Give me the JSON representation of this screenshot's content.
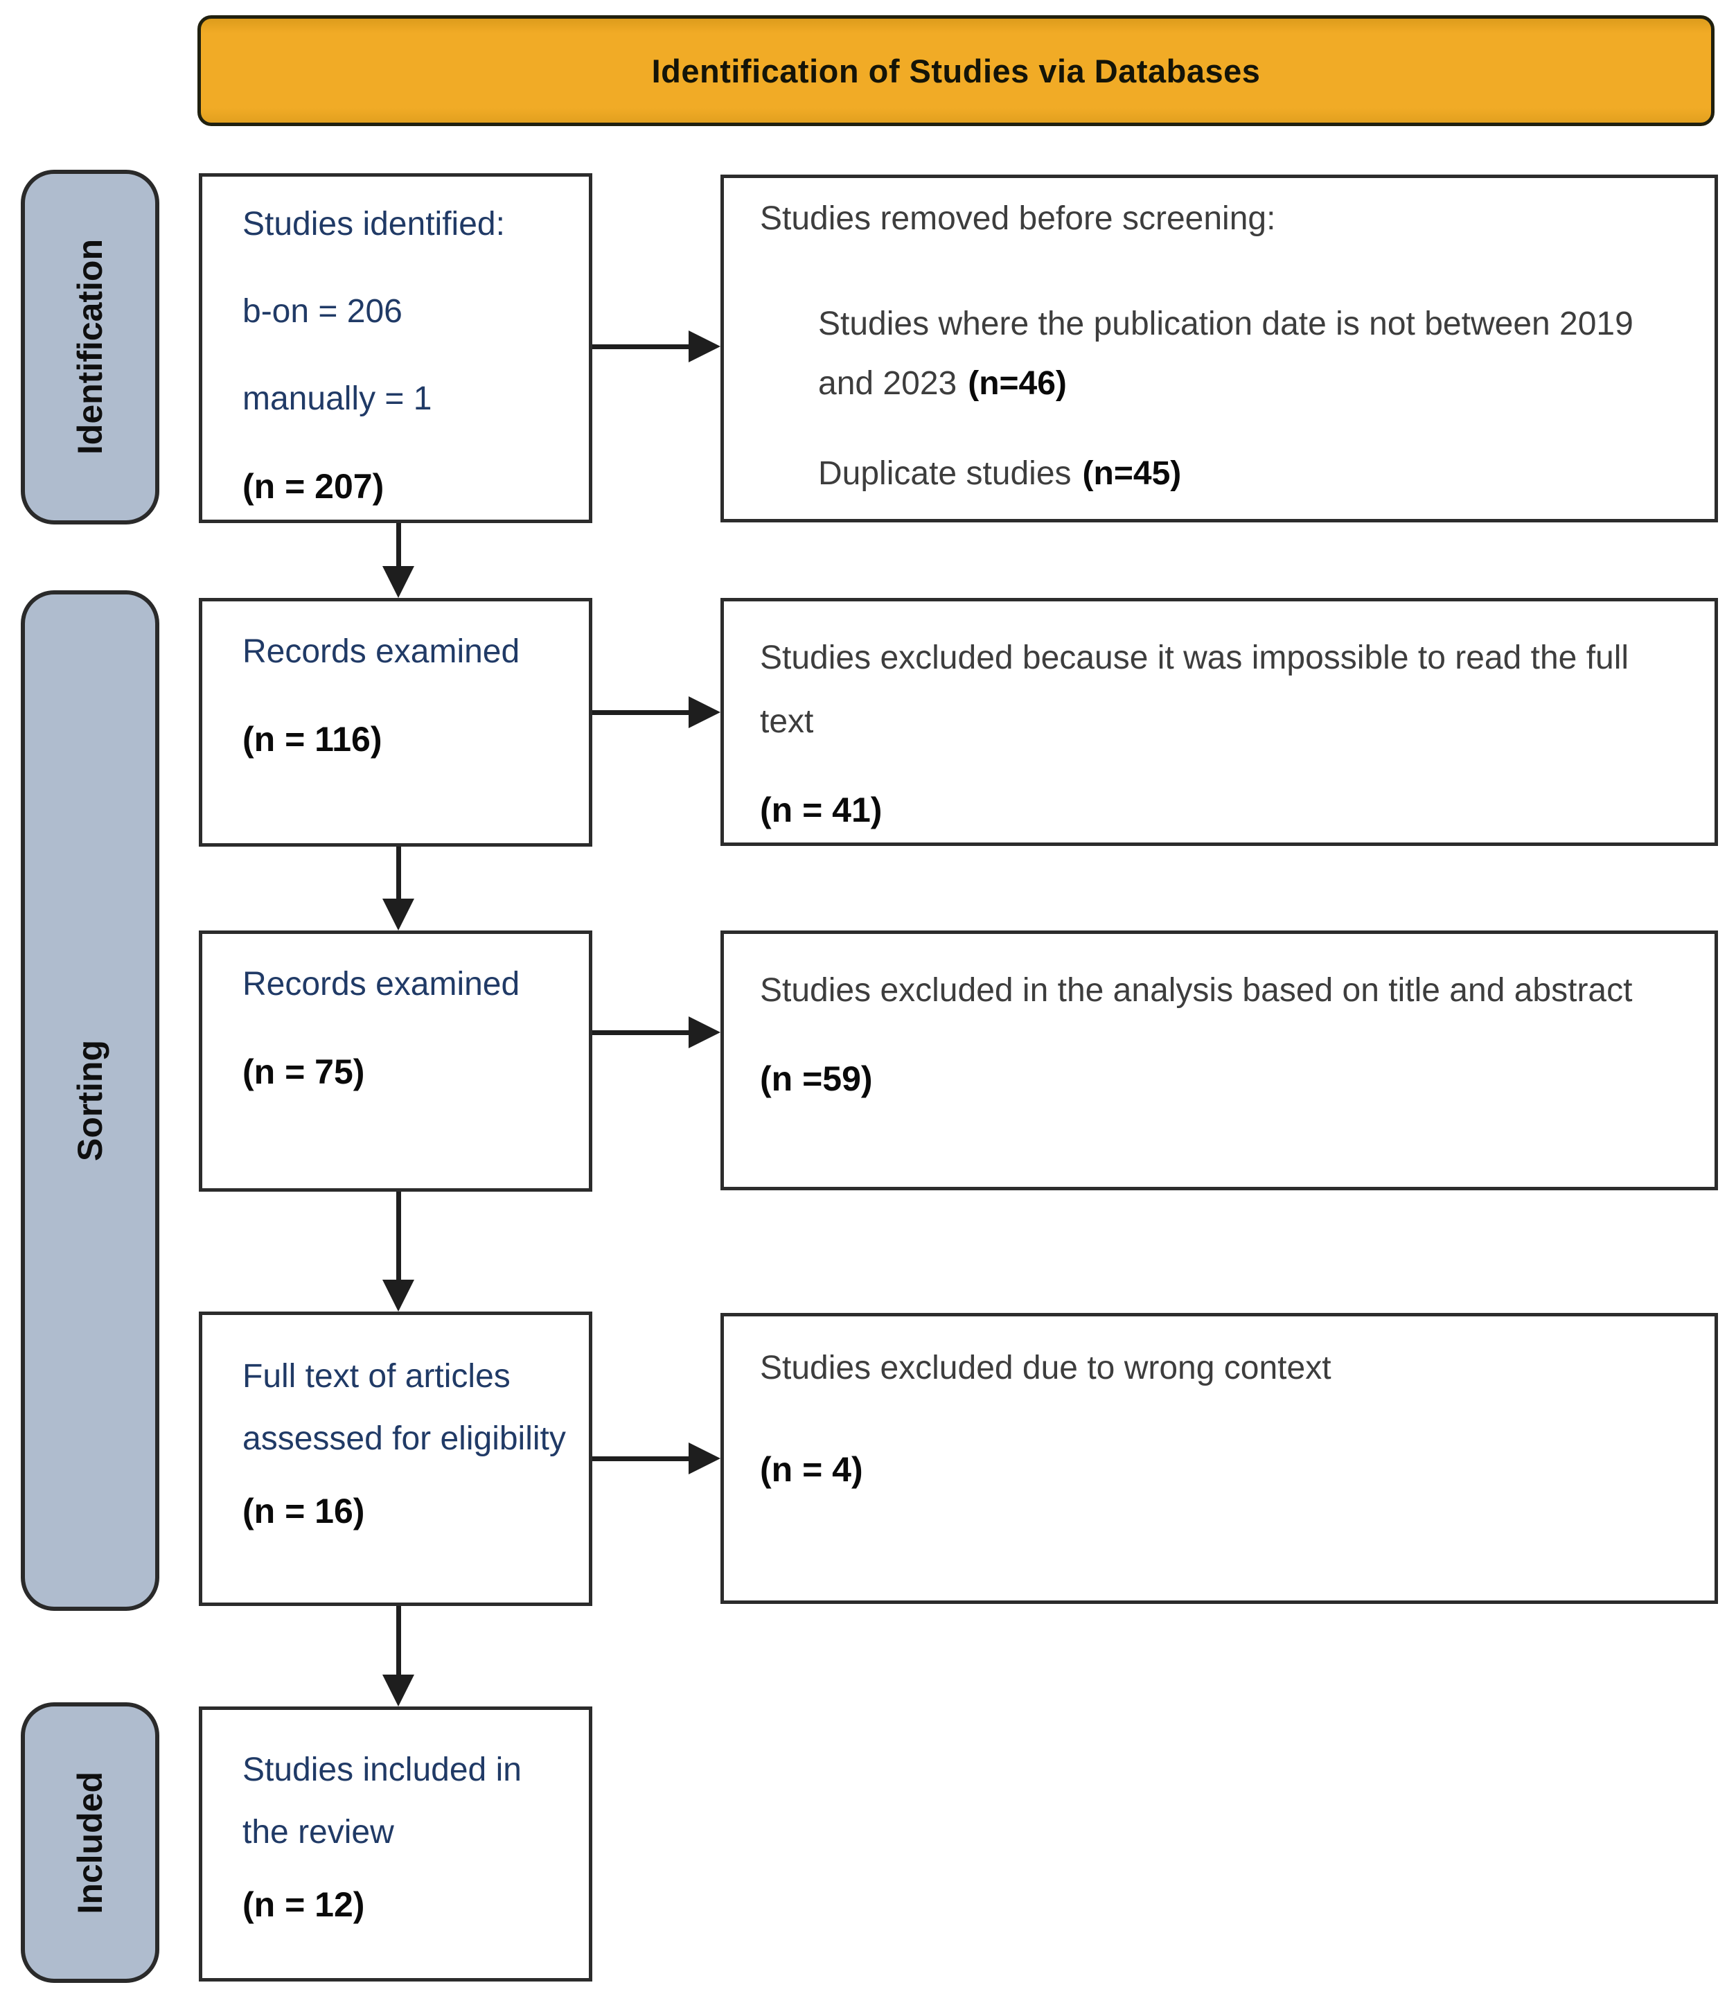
{
  "header": {
    "title": "Identification of Studies via Databases"
  },
  "stages": {
    "identification": "Identification",
    "sorting": "Sorting",
    "included": "Included"
  },
  "boxes": {
    "studies_identified": {
      "line1": "Studies identified:",
      "line2": "b-on = 206",
      "line3": "manually = 1",
      "count": "(n = 207)"
    },
    "removed_before_screening": {
      "title": "Studies removed before screening:",
      "reason1_text": "Studies where the publication date is not between 2019 and 2023",
      "reason1_count": "(n=46)",
      "reason2_text": "Duplicate studies",
      "reason2_count": "(n=45)"
    },
    "records_examined_116": {
      "title": "Records examined",
      "count": "(n = 116)"
    },
    "excluded_unreadable": {
      "title": "Studies excluded because it was impossible to read the full text",
      "count": "(n = 41)"
    },
    "records_examined_75": {
      "title": "Records examined",
      "count": "(n = 75)"
    },
    "excluded_title_abstract": {
      "title": "Studies excluded in the analysis based on title and abstract",
      "count": "(n =59)"
    },
    "full_text_assessed": {
      "title": "Full text of articles assessed for eligibility",
      "count": "(n = 16)"
    },
    "excluded_wrong_context": {
      "title": "Studies excluded due to wrong context",
      "count": "(n = 4)"
    },
    "studies_included": {
      "title": "Studies included in the review",
      "count": "(n = 12)"
    }
  },
  "colors": {
    "banner_fill": "#F1AB26",
    "stage_fill": "#AFBCCE",
    "navy": "#203A66",
    "body_text": "#3D3D3D",
    "count_text": "#0A0A0A",
    "line_color": "#1E1E1E",
    "border_color": "#2C2C2C"
  }
}
